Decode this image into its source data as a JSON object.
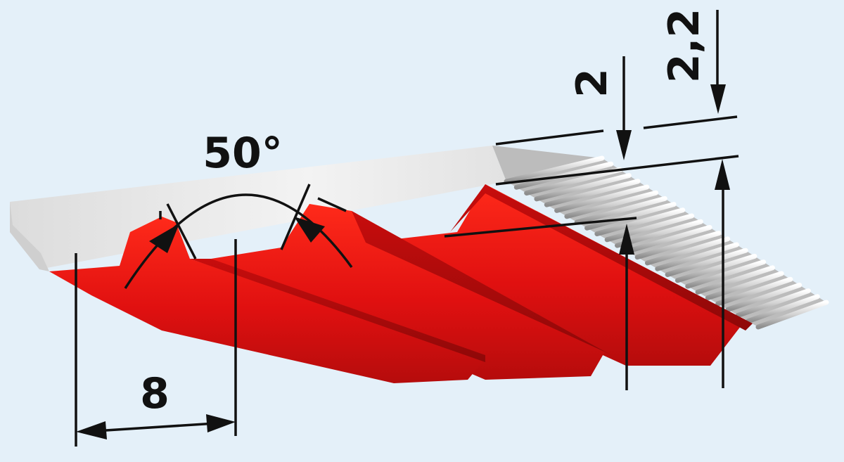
{
  "dimensions": {
    "angle_label": "50°",
    "pitch_label": "8",
    "tooth_height_label": "2",
    "belt_thickness_label": "2,2"
  },
  "colors": {
    "background": "#e4f0f9",
    "tooth_red": "#e01010",
    "tooth_red_dark": "#a50a0a",
    "belt_top_white": "#ececec",
    "belt_side_grey": "#c9c9c9",
    "ink": "#111111"
  }
}
